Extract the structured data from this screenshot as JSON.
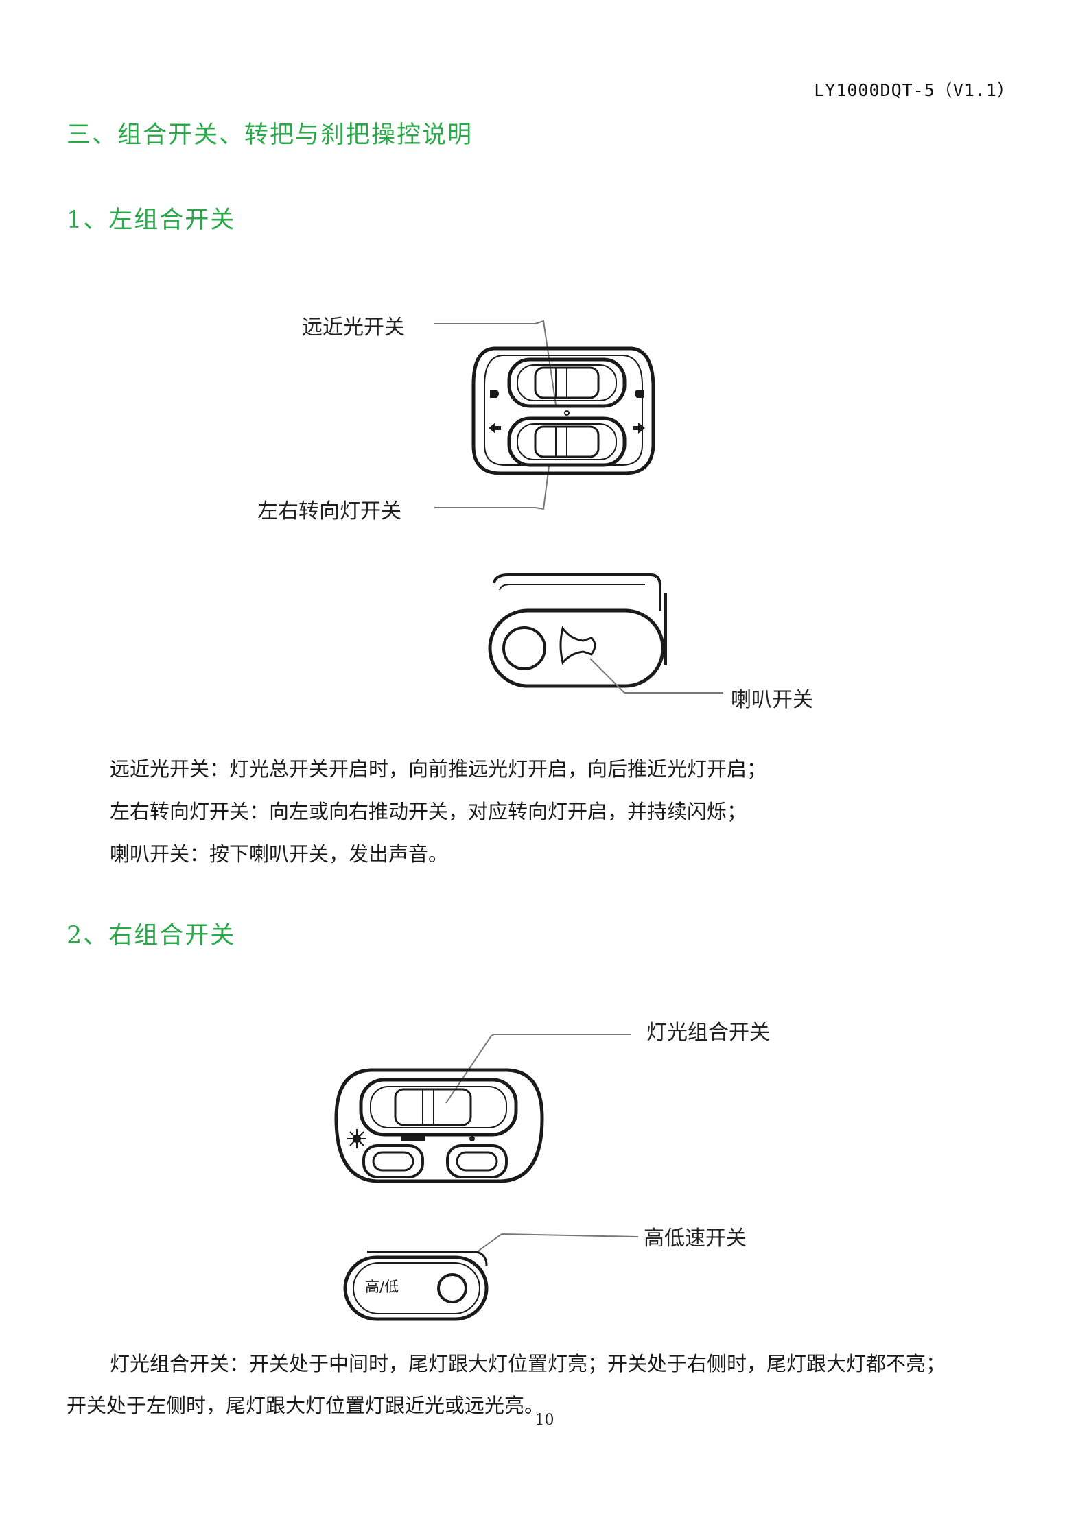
{
  "header": {
    "doc_code": "LY1000DQT-5（V1.1）"
  },
  "section": {
    "title": "三、组合开关、转把与刹把操控说明",
    "left_switch": {
      "heading": "1、左组合开关",
      "callouts": {
        "beam": "远近光开关",
        "turn": "左右转向灯开关",
        "horn": "喇叭开关"
      },
      "descriptions": [
        "远近光开关：灯光总开关开启时，向前推远光灯开启，向后推近光灯开启；",
        "左右转向灯开关：向左或向右推动开关，对应转向灯开启，并持续闪烁；",
        "喇叭开关：按下喇叭开关，发出声音。"
      ]
    },
    "right_switch": {
      "heading": "2、右组合开关",
      "callouts": {
        "light_combo": "灯光组合开关",
        "speed": "高低速开关"
      },
      "button_label": "高/低",
      "description_line1": "灯光组合开关：开关处于中间时，尾灯跟大灯位置灯亮；开关处于右侧时，尾灯跟大灯都不亮；",
      "description_line2": "开关处于左侧时，尾灯跟大灯位置灯跟近光或远光亮。"
    }
  },
  "footer": {
    "page_number": "10"
  }
}
